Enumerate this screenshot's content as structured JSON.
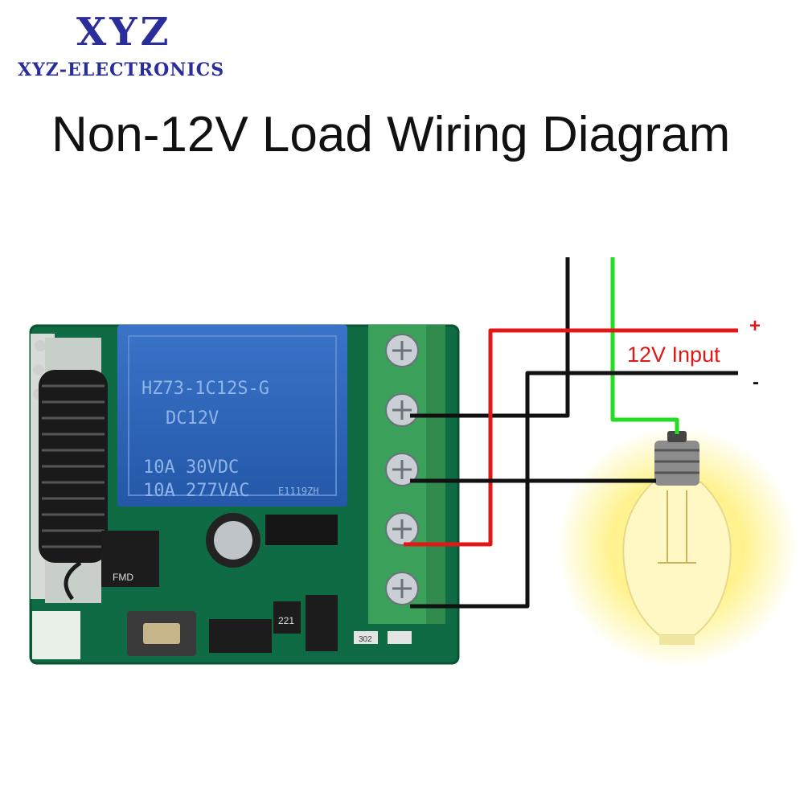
{
  "brand": {
    "logo": "XYZ",
    "name": "XYZ-ELECTRONICS"
  },
  "title": "Non-12V Load Wiring Diagram",
  "relay": {
    "model": "HZ73-1C12S-G",
    "coil": "DC12V",
    "rating_dc": "10A 30VDC",
    "rating_ac": "10A 277VAC",
    "cert": "E1119ZH"
  },
  "pcb": {
    "chip_marking": "FMD",
    "part_221": "221",
    "part_302": "302"
  },
  "power_input": {
    "label": "12V Input",
    "plus": "+",
    "minus": "-"
  },
  "colors": {
    "positive_wire": "#e01818",
    "negative_wire": "#111111",
    "load_wire": "#22dd22",
    "relay_body": "#2e64b8",
    "terminal_block": "#3aa05a",
    "pcb": "#0e6b44"
  }
}
